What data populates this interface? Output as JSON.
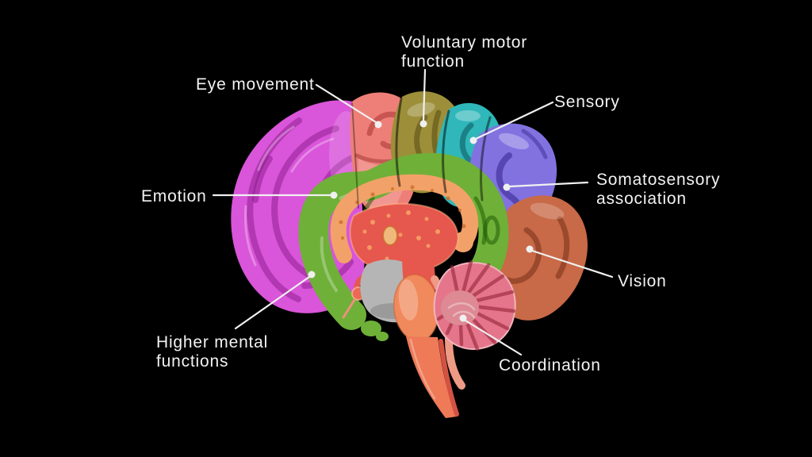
{
  "figure": {
    "description": "Sagittal section of a human brain with color-coded functional areas on a black background",
    "background_color": "#000000",
    "label_text_color": "#f2f2f2",
    "leader_line_color": "#f0f0f0"
  },
  "regions": [
    {
      "id": "voluntary-motor-function",
      "label": "Voluntary motor function",
      "color": "#9d8f3a"
    },
    {
      "id": "eye-movement",
      "label": "Eye movement",
      "color": "#ee7f78"
    },
    {
      "id": "sensory",
      "label": "Sensory",
      "color": "#2fb7b9"
    },
    {
      "id": "somatosensory-association",
      "label": "Somatosensory association",
      "color": "#8172e0"
    },
    {
      "id": "emotion",
      "label": "Emotion",
      "color": "#6fb038"
    },
    {
      "id": "vision",
      "label": "Vision",
      "color": "#c86947"
    },
    {
      "id": "higher-mental-functions",
      "label": "Higher mental functions",
      "color": "#d955d9"
    },
    {
      "id": "coordination",
      "label": "Coordination",
      "color": "#e4758a"
    }
  ],
  "unlabeled_anatomy_colors": {
    "corpus_callosum": "#f2a268",
    "thalamus_core": "#e6574d",
    "midbrain_gray": "#b5b5b5",
    "brainstem": "#f08a5c",
    "medulla": "#ee7a58",
    "cerebellum_inner": "#dd8a94"
  }
}
